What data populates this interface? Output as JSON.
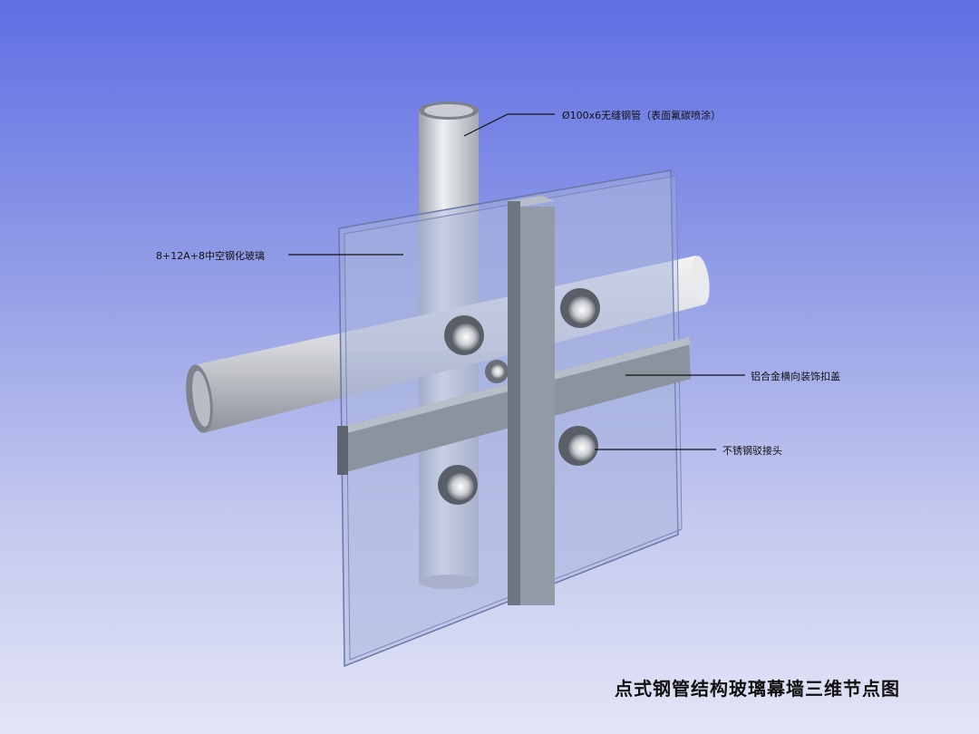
{
  "labels": {
    "steel_pipe": "Ø100x6无缝钢管（表面氟碳喷涂）",
    "glass": "8+12A+8中空钢化玻璃",
    "cover": "铝合金横向装饰扣盖",
    "connector": "不锈钢驳接头"
  },
  "title": "点式钢管结构玻璃幕墙三维节点图"
}
